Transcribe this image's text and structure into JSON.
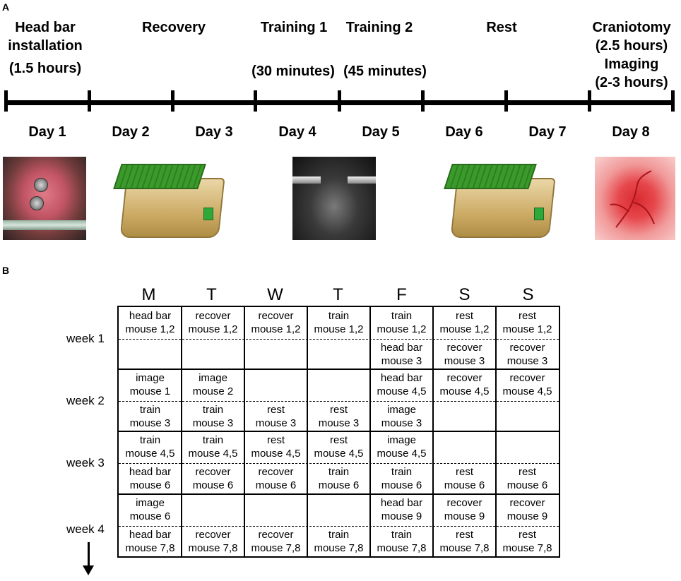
{
  "panel_a": {
    "letter": "A",
    "phases": [
      {
        "line1": "Head bar",
        "line2": "installation",
        "line3": "(1.5 hours)"
      },
      {
        "line1": "Recovery"
      },
      {
        "line1": "Training 1",
        "line3": "(30 minutes)"
      },
      {
        "line1": "Training 2",
        "line3": "(45 minutes)"
      },
      {
        "line1": "Rest"
      },
      {
        "line1": "Craniotomy",
        "line2": "(2.5 hours)",
        "line3": "Imaging",
        "line4": "(2-3 hours)"
      }
    ],
    "days": [
      "Day 1",
      "Day 2",
      "Day 3",
      "Day 4",
      "Day 5",
      "Day 6",
      "Day 7",
      "Day 8"
    ]
  },
  "panel_b": {
    "letter": "B",
    "day_headers": [
      "M",
      "T",
      "W",
      "T",
      "F",
      "S",
      "S"
    ],
    "weeks": [
      "week 1",
      "week 2",
      "week 3",
      "week 4"
    ],
    "rows": [
      [
        [
          "head bar",
          "mouse 1,2"
        ],
        [
          "recover",
          "mouse 1,2"
        ],
        [
          "recover",
          "mouse 1,2"
        ],
        [
          "train",
          "mouse 1,2"
        ],
        [
          "train",
          "mouse 1,2"
        ],
        [
          "rest",
          "mouse 1,2"
        ],
        [
          "rest",
          "mouse 1,2"
        ]
      ],
      [
        [
          "",
          ""
        ],
        [
          "",
          ""
        ],
        [
          "",
          ""
        ],
        [
          "",
          ""
        ],
        [
          "head bar",
          "mouse 3"
        ],
        [
          "recover",
          "mouse 3"
        ],
        [
          "recover",
          "mouse 3"
        ]
      ],
      [
        [
          "image",
          "mouse 1"
        ],
        [
          "image",
          "mouse 2"
        ],
        [
          "",
          ""
        ],
        [
          "",
          ""
        ],
        [
          "head bar",
          "mouse 4,5"
        ],
        [
          "recover",
          "mouse 4,5"
        ],
        [
          "recover",
          "mouse 4,5"
        ]
      ],
      [
        [
          "train",
          "mouse 3"
        ],
        [
          "train",
          "mouse 3"
        ],
        [
          "rest",
          "mouse 3"
        ],
        [
          "rest",
          "mouse 3"
        ],
        [
          "image",
          "mouse 3"
        ],
        [
          "",
          ""
        ],
        [
          "",
          ""
        ]
      ],
      [
        [
          "train",
          "mouse 4,5"
        ],
        [
          "train",
          "mouse 4,5"
        ],
        [
          "rest",
          "mouse 4,5"
        ],
        [
          "rest",
          "mouse 4,5"
        ],
        [
          "image",
          "mouse 4,5"
        ],
        [
          "",
          ""
        ],
        [
          "",
          ""
        ]
      ],
      [
        [
          "head bar",
          "mouse 6"
        ],
        [
          "recover",
          "mouse 6"
        ],
        [
          "recover",
          "mouse 6"
        ],
        [
          "train",
          "mouse 6"
        ],
        [
          "train",
          "mouse 6"
        ],
        [
          "rest",
          "mouse 6"
        ],
        [
          "rest",
          "mouse 6"
        ]
      ],
      [
        [
          "image",
          "mouse 6"
        ],
        [
          "",
          ""
        ],
        [
          "",
          ""
        ],
        [
          "",
          ""
        ],
        [
          "head bar",
          "mouse 9"
        ],
        [
          "recover",
          "mouse 9"
        ],
        [
          "recover",
          "mouse 9"
        ]
      ],
      [
        [
          "head bar",
          "mouse 7,8"
        ],
        [
          "recover",
          "mouse 7,8"
        ],
        [
          "recover",
          "mouse 7,8"
        ],
        [
          "train",
          "mouse 7,8"
        ],
        [
          "train",
          "mouse 7,8"
        ],
        [
          "rest",
          "mouse 7,8"
        ],
        [
          "rest",
          "mouse 7,8"
        ]
      ]
    ]
  }
}
